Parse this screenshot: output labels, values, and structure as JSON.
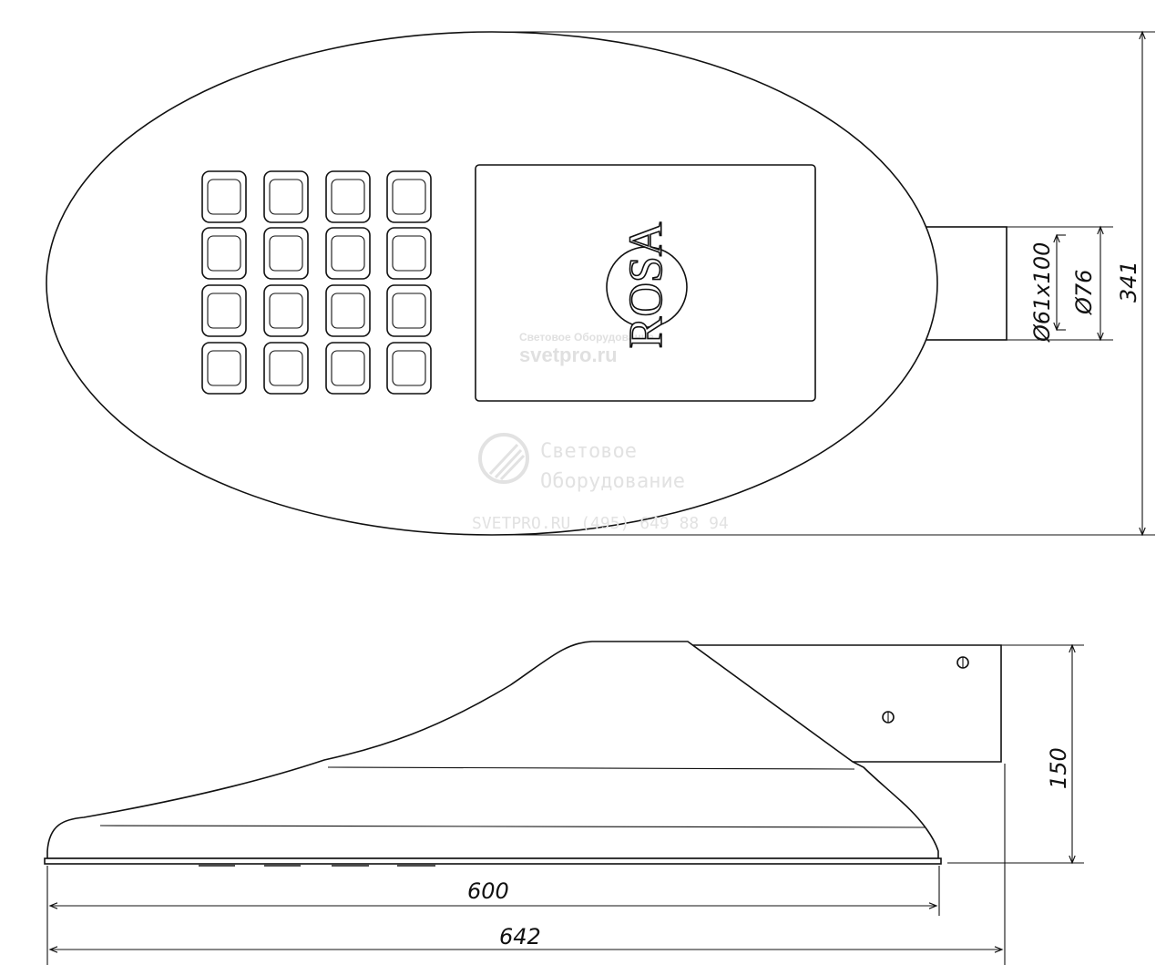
{
  "top_view": {
    "dimensions": {
      "height": "341",
      "pipe_fit": "Ø61x100",
      "pipe_diameter": "Ø76"
    },
    "panel_logo": "ROSA",
    "led_grid": {
      "columns": 4,
      "rows": 4
    }
  },
  "side_view": {
    "dimensions": {
      "height": "150",
      "inner_length": "600",
      "total_length": "642"
    }
  },
  "watermark": {
    "line1": "Световое",
    "line2": "Оборудование",
    "footer": "SVETPRO.RU  (495) 649 88 94",
    "panel_text1": "Световое Оборудование",
    "panel_text2": "svetpro.ru"
  },
  "colors": {
    "line": "#111111",
    "watermark": "#e0e0e0"
  }
}
